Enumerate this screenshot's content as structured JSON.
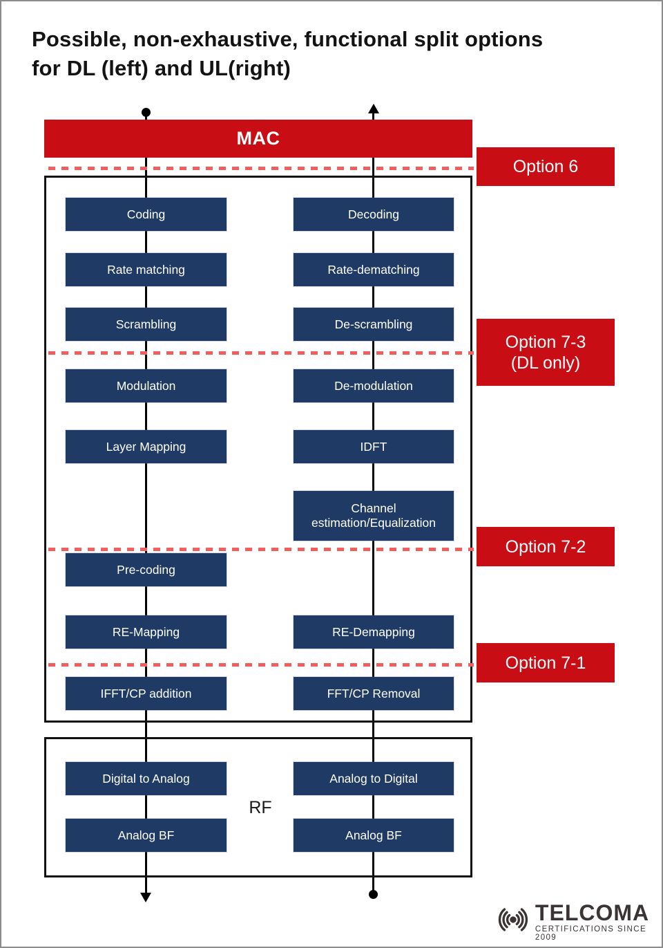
{
  "title": {
    "line1": "Possible, non-exhaustive, functional split options",
    "line2": "for DL (left) and UL(right)"
  },
  "mac_label": "MAC",
  "rf_label": "RF",
  "options": {
    "option6": "Option 6",
    "option73_line1": "Option 7-3",
    "option73_line2": "(DL only)",
    "option72": "Option 7-2",
    "option71": "Option 7-1"
  },
  "dl": [
    "Coding",
    "Rate matching",
    "Scrambling",
    "Modulation",
    "Layer Mapping",
    "Pre-coding",
    "RE-Mapping",
    "IFFT/CP addition",
    "Digital to Analog",
    "Analog BF"
  ],
  "ul": [
    "Decoding",
    "Rate-dematching",
    "De-scrambling",
    "De-modulation",
    "IDFT",
    "Channel\nestimation/Equalization",
    "RE-Demapping",
    "FFT/CP Removal",
    "Analog to Digital",
    "Analog BF"
  ],
  "logo": {
    "name": "TELCOMA",
    "tagline": "CERTIFICATIONS SINCE 2009"
  },
  "colors": {
    "navy": "#1F3A64",
    "red": "#C90D15",
    "dash_red": "#F15E5E",
    "line_black": "#000000",
    "logo_gray": "#3A3534"
  }
}
